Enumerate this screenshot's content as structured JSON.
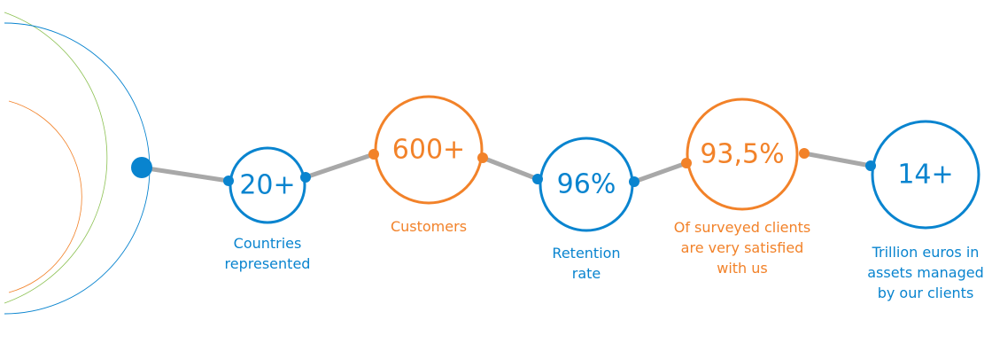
{
  "colors": {
    "blue": "#0984cf",
    "orange": "#f28229",
    "green": "#8cc152",
    "line": "#a8a8a8"
  },
  "stats": [
    {
      "value": "20+",
      "label": [
        "Countries",
        "represented"
      ],
      "color": "blue"
    },
    {
      "value": "600+",
      "label": [
        "Customers"
      ],
      "color": "orange"
    },
    {
      "value": "96%",
      "label": [
        "Retention",
        "rate"
      ],
      "color": "blue"
    },
    {
      "value": "93,5%",
      "label": [
        "Of surveyed clients",
        "are very satisfied",
        "with us"
      ],
      "color": "orange"
    },
    {
      "value": "14+",
      "label": [
        "Trillion euros in",
        "assets managed",
        "by our clients"
      ],
      "color": "blue"
    }
  ]
}
